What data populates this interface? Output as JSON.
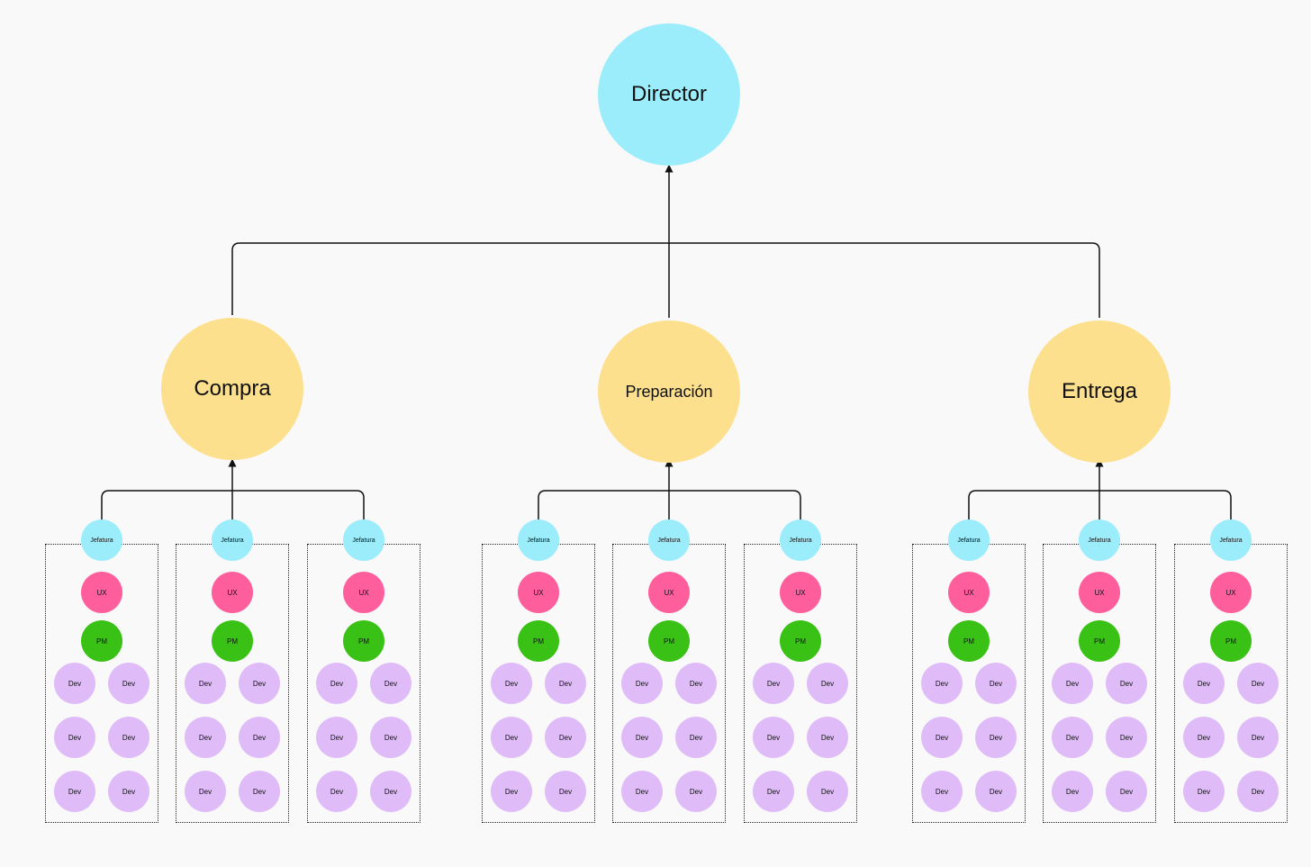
{
  "director": {
    "label": "Director",
    "color": "#9bedfb"
  },
  "areas": [
    {
      "label": "Compra",
      "teams": [
        {
          "lead": "Jefatura",
          "ux": "UX",
          "pm": "PM",
          "devs": [
            "Dev",
            "Dev",
            "Dev",
            "Dev",
            "Dev",
            "Dev"
          ]
        },
        {
          "lead": "Jefatura",
          "ux": "UX",
          "pm": "PM",
          "devs": [
            "Dev",
            "Dev",
            "Dev",
            "Dev",
            "Dev",
            "Dev"
          ]
        },
        {
          "lead": "Jefatura",
          "ux": "UX",
          "pm": "PM",
          "devs": [
            "Dev",
            "Dev",
            "Dev",
            "Dev",
            "Dev",
            "Dev"
          ]
        }
      ]
    },
    {
      "label": "Preparación",
      "teams": [
        {
          "lead": "Jefatura",
          "ux": "UX",
          "pm": "PM",
          "devs": [
            "Dev",
            "Dev",
            "Dev",
            "Dev",
            "Dev",
            "Dev"
          ]
        },
        {
          "lead": "Jefatura",
          "ux": "UX",
          "pm": "PM",
          "devs": [
            "Dev",
            "Dev",
            "Dev",
            "Dev",
            "Dev",
            "Dev"
          ]
        },
        {
          "lead": "Jefatura",
          "ux": "UX",
          "pm": "PM",
          "devs": [
            "Dev",
            "Dev",
            "Dev",
            "Dev",
            "Dev",
            "Dev"
          ]
        }
      ]
    },
    {
      "label": "Entrega",
      "teams": [
        {
          "lead": "Jefatura",
          "ux": "UX",
          "pm": "PM",
          "devs": [
            "Dev",
            "Dev",
            "Dev",
            "Dev",
            "Dev",
            "Dev"
          ]
        },
        {
          "lead": "Jefatura",
          "ux": "UX",
          "pm": "PM",
          "devs": [
            "Dev",
            "Dev",
            "Dev",
            "Dev",
            "Dev",
            "Dev"
          ]
        },
        {
          "lead": "Jefatura",
          "ux": "UX",
          "pm": "PM",
          "devs": [
            "Dev",
            "Dev",
            "Dev",
            "Dev",
            "Dev",
            "Dev"
          ]
        }
      ]
    }
  ],
  "colors": {
    "director": "#9bedfb",
    "area": "#fde08d",
    "jefatura": "#9bedfb",
    "ux": "#fe5f9c",
    "pm": "#3ac115",
    "dev": "#dfbcf8",
    "connector": "#111111"
  }
}
